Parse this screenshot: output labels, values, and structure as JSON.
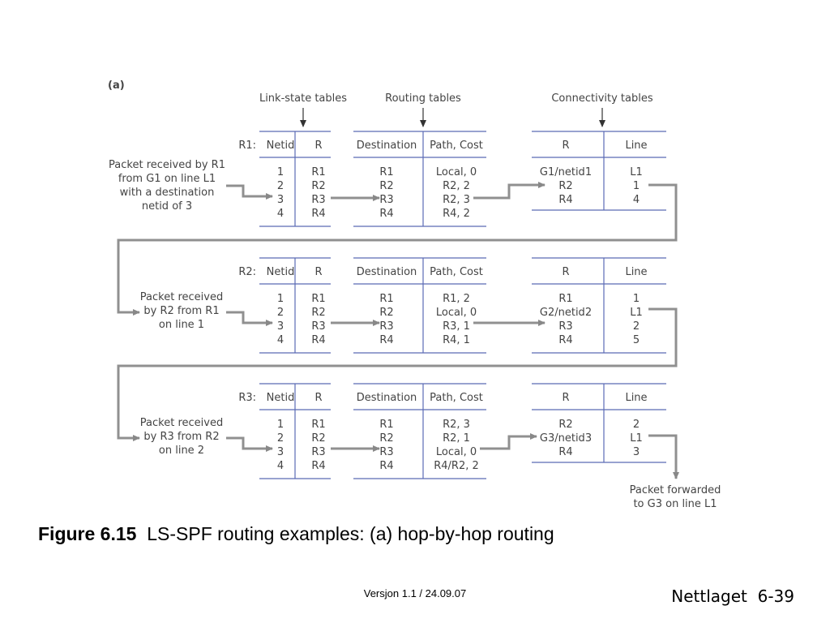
{
  "figure": {
    "panel_label": "(a)",
    "table_group_labels": [
      "Link-state tables",
      "Routing tables",
      "Connectivity tables"
    ],
    "routers": [
      {
        "label": "R1:",
        "packet_note": [
          "Packet received by R1",
          "from G1 on line L1",
          "with a destination",
          "netid of 3"
        ],
        "ls_headers": [
          "Netid",
          "R"
        ],
        "ls_rows": [
          [
            "1",
            "R1"
          ],
          [
            "2",
            "R2"
          ],
          [
            "3",
            "R3"
          ],
          [
            "4",
            "R4"
          ]
        ],
        "rt_headers": [
          "Destination",
          "Path, Cost"
        ],
        "rt_rows": [
          [
            "R1",
            "Local, 0"
          ],
          [
            "R2",
            "R2, 2"
          ],
          [
            "R3",
            "R2, 3"
          ],
          [
            "R4",
            "R4, 2"
          ]
        ],
        "ct_headers": [
          "R",
          "Line"
        ],
        "ct_rows": [
          [
            "G1/netid1",
            "L1"
          ],
          [
            "R2",
            "1"
          ],
          [
            "R4",
            "4"
          ]
        ]
      },
      {
        "label": "R2:",
        "packet_note": [
          "Packet received",
          "by R2 from R1",
          "on line 1"
        ],
        "ls_headers": [
          "Netid",
          "R"
        ],
        "ls_rows": [
          [
            "1",
            "R1"
          ],
          [
            "2",
            "R2"
          ],
          [
            "3",
            "R3"
          ],
          [
            "4",
            "R4"
          ]
        ],
        "rt_headers": [
          "Destination",
          "Path, Cost"
        ],
        "rt_rows": [
          [
            "R1",
            "R1, 2"
          ],
          [
            "R2",
            "Local, 0"
          ],
          [
            "R3",
            "R3, 1"
          ],
          [
            "R4",
            "R4, 1"
          ]
        ],
        "ct_headers": [
          "R",
          "Line"
        ],
        "ct_rows": [
          [
            "R1",
            "1"
          ],
          [
            "G2/netid2",
            "L1"
          ],
          [
            "R3",
            "2"
          ],
          [
            "R4",
            "5"
          ]
        ]
      },
      {
        "label": "R3:",
        "packet_note": [
          "Packet received",
          "by R3 from R2",
          "on line 2"
        ],
        "ls_headers": [
          "Netid",
          "R"
        ],
        "ls_rows": [
          [
            "1",
            "R1"
          ],
          [
            "2",
            "R2"
          ],
          [
            "3",
            "R3"
          ],
          [
            "4",
            "R4"
          ]
        ],
        "rt_headers": [
          "Destination",
          "Path, Cost"
        ],
        "rt_rows": [
          [
            "R1",
            "R2, 3"
          ],
          [
            "R2",
            "R2, 1"
          ],
          [
            "R3",
            "Local, 0"
          ],
          [
            "R4",
            "R4/R2, 2"
          ]
        ],
        "ct_headers": [
          "R",
          "Line"
        ],
        "ct_rows": [
          [
            "R2",
            "2"
          ],
          [
            "G3/netid3",
            "L1"
          ],
          [
            "R4",
            "3"
          ]
        ]
      }
    ],
    "forward_note": [
      "Packet forwarded",
      "to G3 on line L1"
    ],
    "colors": {
      "table_line": "#5b6bb5",
      "arrow": "#909090",
      "text": "#444444"
    }
  },
  "caption": {
    "label": "Figure 6.15",
    "text": "LS-SPF routing examples: (a) hop-by-hop routing"
  },
  "footer": {
    "version": "Versjon 1.1 / 24.09.07",
    "course": "Nettlaget",
    "page": "6-39"
  }
}
